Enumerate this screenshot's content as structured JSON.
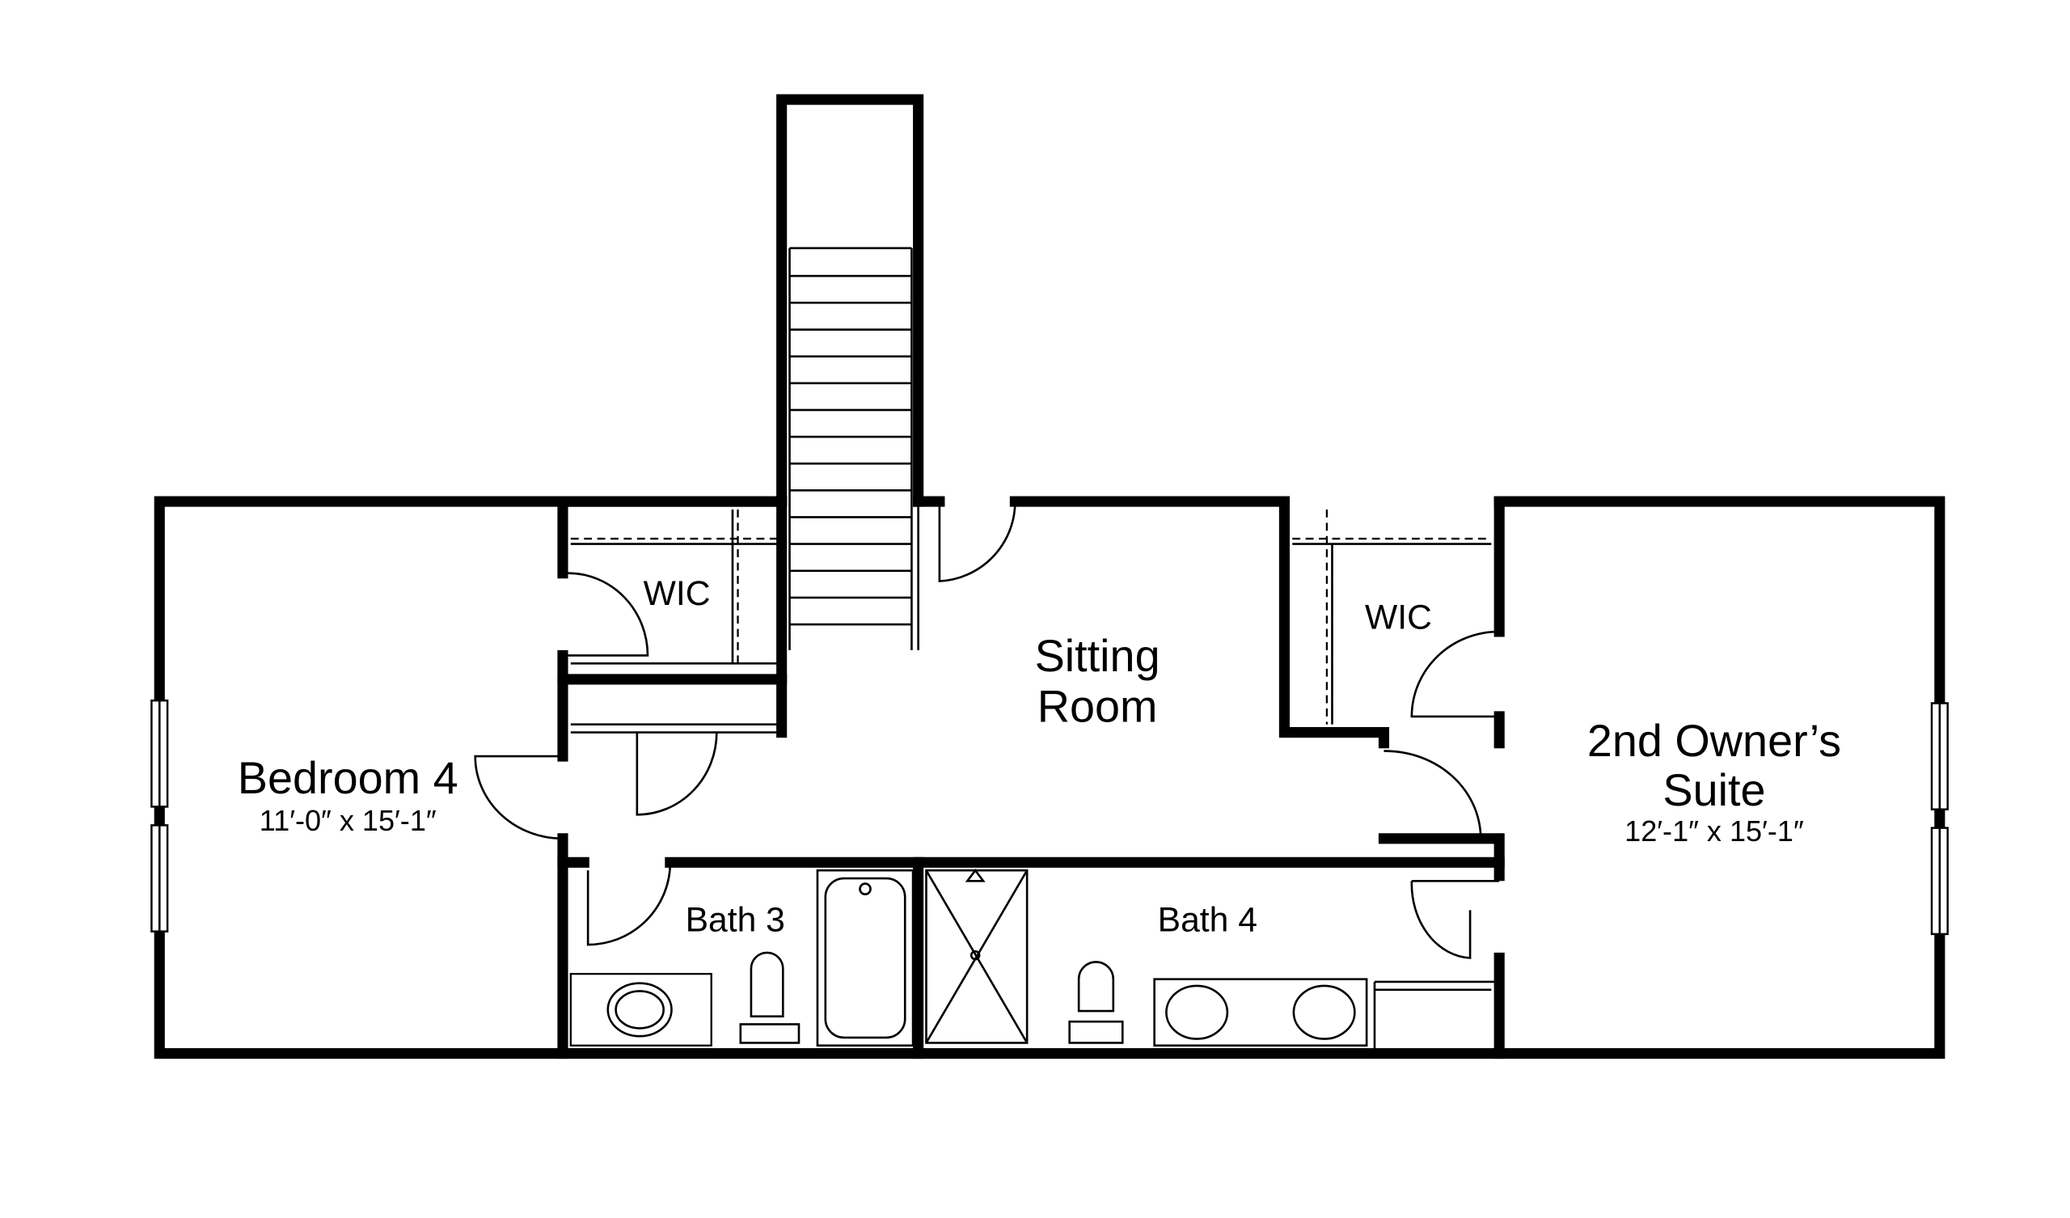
{
  "floorplan": {
    "rooms": {
      "bedroom4": {
        "name": "Bedroom 4",
        "dims": "11′-0″ x 15′-1″"
      },
      "wic_left": {
        "name": "WIC"
      },
      "wic_right": {
        "name": "WIC"
      },
      "sitting": {
        "line1": "Sitting",
        "line2": "Room"
      },
      "owners": {
        "line1": "2nd Owner’s",
        "line2": "Suite",
        "dims": "12′-1″ x 15′-1″"
      },
      "bath3": {
        "name": "Bath 3"
      },
      "bath4": {
        "name": "Bath 4"
      }
    }
  }
}
